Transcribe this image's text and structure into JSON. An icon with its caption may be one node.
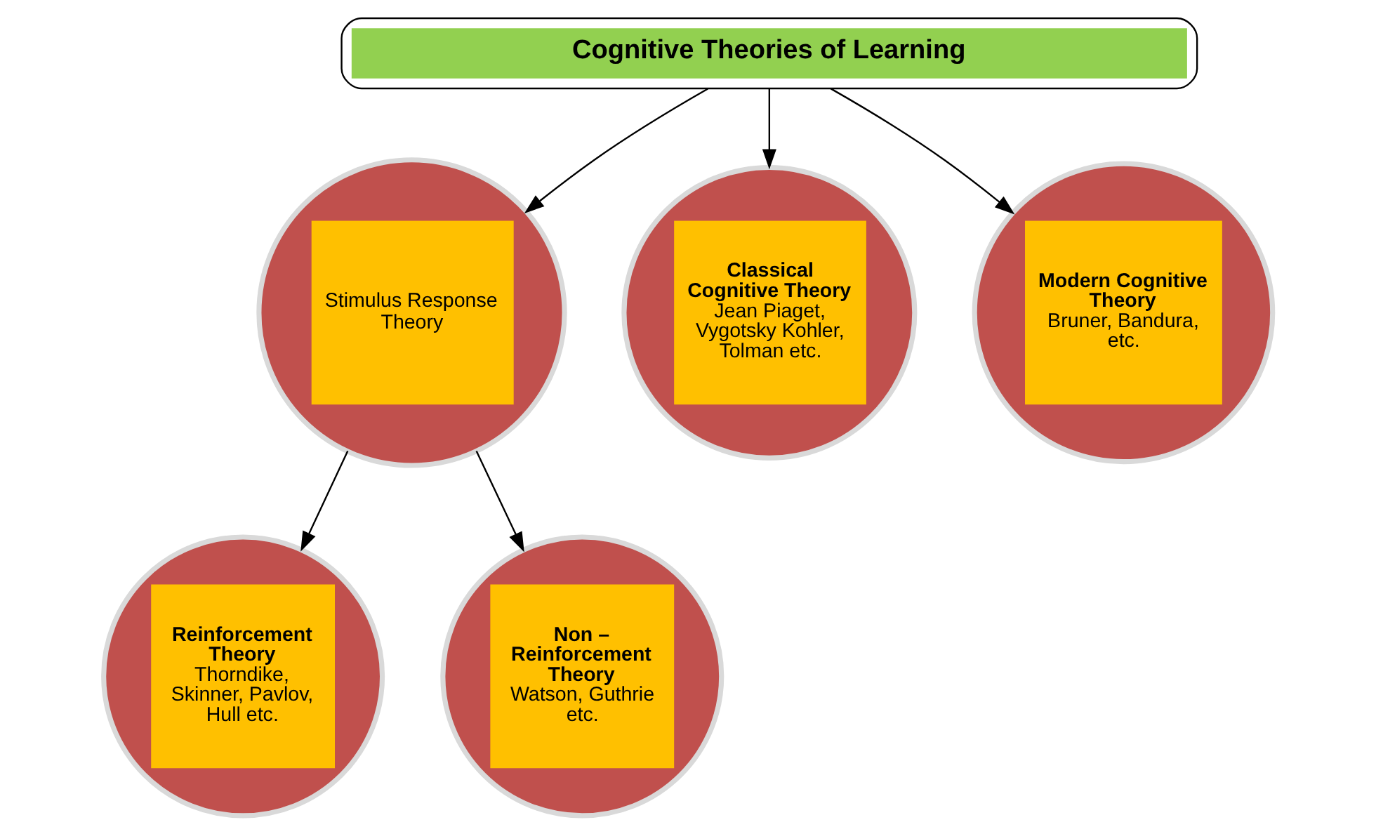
{
  "diagram": {
    "nodes": [
      {
        "text": [
          "Cognitive Theories of Learning"
        ]
      },
      {
        "text": [
          "Stimulus Response Theory"
        ]
      },
      {
        "text": [
          "Classical Cognitive Theory",
          "Jean Piaget, Vygotsky Kohler, Tolman etc."
        ]
      },
      {
        "text": [
          "Modern Cognitive Theory",
          "Bruner, Bandura, etc."
        ]
      },
      {
        "text": [
          "Reinforcement Theory",
          "Thorndike, Skinner, Pavlov, Hull etc."
        ]
      },
      {
        "text": [
          "Non – Reinforcement Theory",
          "Watson, Guthrie etc."
        ]
      }
    ],
    "edges": [
      {
        "from": 0,
        "to": 1,
        "arrow": "to"
      },
      {
        "from": 0,
        "to": 2,
        "arrow": "to"
      },
      {
        "from": 0,
        "to": 3,
        "arrow": "to"
      },
      {
        "from": 1,
        "to": 4,
        "arrow": "to"
      },
      {
        "from": 1,
        "to": 5,
        "arrow": "to"
      }
    ]
  }
}
